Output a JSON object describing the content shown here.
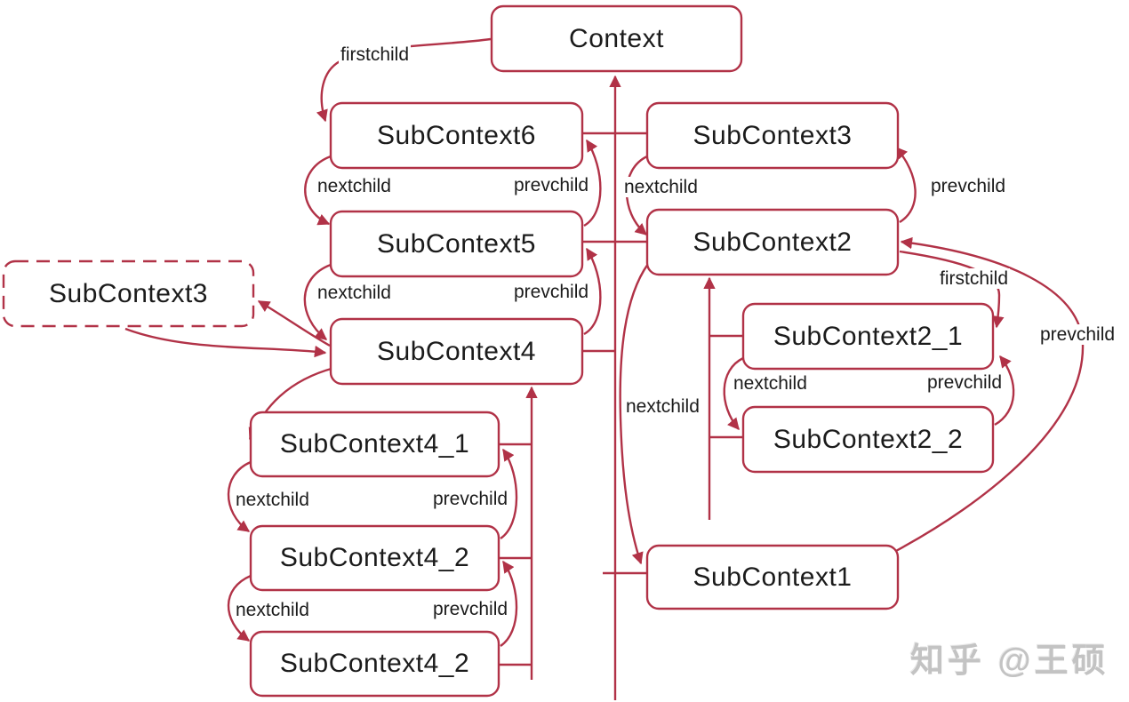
{
  "diagram": {
    "colors": {
      "accent": "#b13247",
      "text": "#1b1b1b",
      "watermark": "#c3c3c3"
    },
    "watermark": "知乎 @王硕",
    "nodes": [
      {
        "id": "context",
        "label": "Context"
      },
      {
        "id": "subcontext6",
        "label": "SubContext6"
      },
      {
        "id": "subcontext5",
        "label": "SubContext5"
      },
      {
        "id": "subcontext4",
        "label": "SubContext4"
      },
      {
        "id": "subcontext3-dashed",
        "label": "SubContext3",
        "style": "dashed"
      },
      {
        "id": "subcontext3",
        "label": "SubContext3"
      },
      {
        "id": "subcontext2",
        "label": "SubContext2"
      },
      {
        "id": "subcontext2_1",
        "label": "SubContext2_1"
      },
      {
        "id": "subcontext2_2",
        "label": "SubContext2_2"
      },
      {
        "id": "subcontext1",
        "label": "SubContext1"
      },
      {
        "id": "subcontext4_1",
        "label": "SubContext4_1"
      },
      {
        "id": "subcontext4_2",
        "label": "SubContext4_2"
      },
      {
        "id": "subcontext4_2b",
        "label": "SubContext4_2"
      }
    ],
    "edges": [
      {
        "label": "firstchild",
        "from": "Context",
        "to": "SubContext6"
      },
      {
        "label": "nextchild",
        "from": "SubContext6",
        "to": "SubContext5"
      },
      {
        "label": "prevchild",
        "from": "SubContext5",
        "to": "SubContext6"
      },
      {
        "label": "nextchild",
        "from": "SubContext5",
        "to": "SubContext4"
      },
      {
        "label": "prevchild",
        "from": "SubContext4",
        "to": "SubContext5"
      },
      {
        "label": "nextchild",
        "from": "SubContext3",
        "to": "SubContext2"
      },
      {
        "label": "prevchild",
        "from": "SubContext2",
        "to": "SubContext3"
      },
      {
        "label": "firstchild",
        "from": "SubContext2",
        "to": "SubContext2_1"
      },
      {
        "label": "nextchild",
        "from": "SubContext2_1",
        "to": "SubContext2_2"
      },
      {
        "label": "prevchild",
        "from": "SubContext2_2",
        "to": "SubContext2_1"
      },
      {
        "label": "prevchild",
        "from": "SubContext1",
        "to": "SubContext2"
      },
      {
        "label": "nextchild",
        "from": "SubContext2",
        "to": "SubContext1"
      },
      {
        "label": "nextchild",
        "from": "SubContext4_1",
        "to": "SubContext4_2"
      },
      {
        "label": "prevchild",
        "from": "SubContext4_2",
        "to": "SubContext4_1"
      },
      {
        "label": "nextchild",
        "from": "SubContext4_2",
        "to": "SubContext4_2"
      },
      {
        "label": "prevchild",
        "from": "SubContext4_2",
        "to": "SubContext4_2"
      }
    ]
  }
}
